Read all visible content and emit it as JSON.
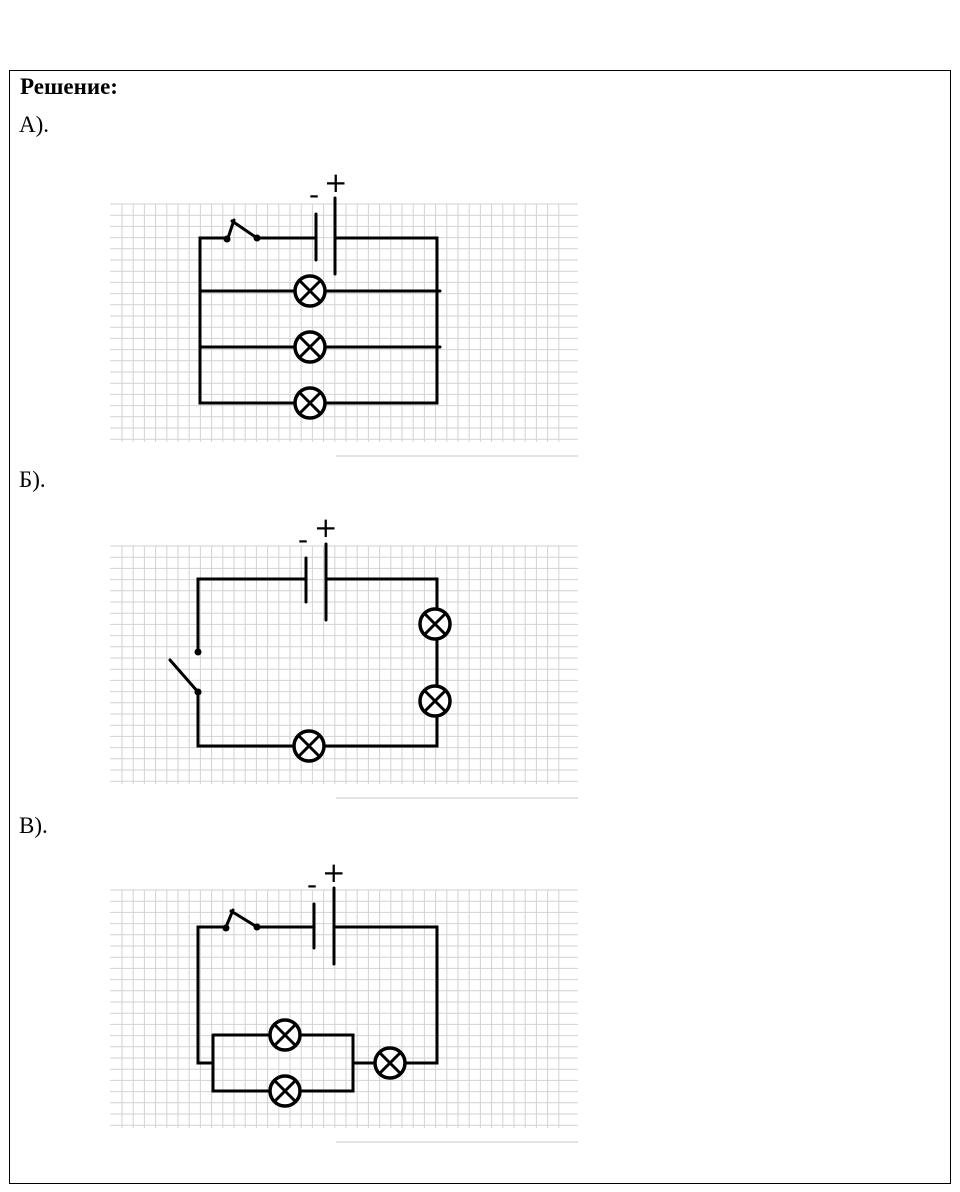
{
  "solution": {
    "heading": "Решение:",
    "parts": [
      {
        "label": "А).",
        "pos_sign": "+",
        "neg_sign": "-"
      },
      {
        "label": "Б).",
        "pos_sign": "+",
        "neg_sign": "-"
      },
      {
        "label": "В).",
        "pos_sign": "+",
        "neg_sign": "-"
      }
    ]
  }
}
